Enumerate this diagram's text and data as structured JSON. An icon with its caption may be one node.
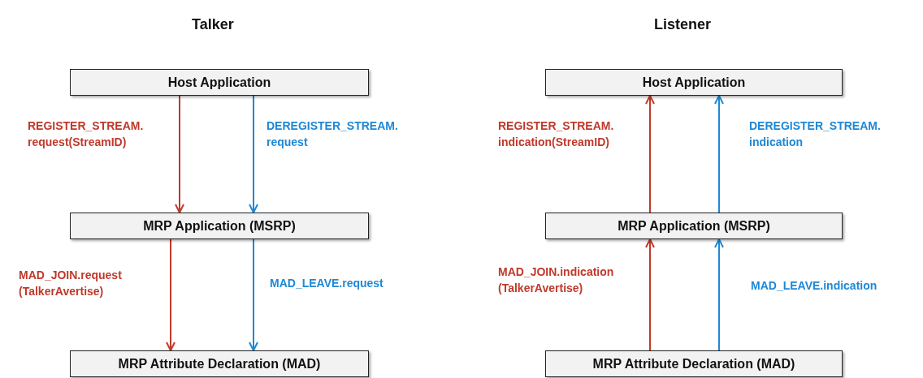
{
  "diagram": {
    "nodes": [
      {
        "text": [
          "Host Application"
        ]
      },
      {
        "text": [
          "MRP Application (MSRP)"
        ]
      },
      {
        "text": [
          "MRP Attribute Declaration (MAD)"
        ]
      },
      {
        "text": [
          "Host Application"
        ]
      },
      {
        "text": [
          "MRP Application (MSRP)"
        ]
      },
      {
        "text": [
          "MRP Attribute Declaration (MAD)"
        ]
      }
    ],
    "edges": [
      {
        "from": 0,
        "to": 1,
        "arrow": "to",
        "label": "REGISTER_STREAM. request(StreamID)",
        "color": "#c0392b"
      },
      {
        "from": 0,
        "to": 1,
        "arrow": "to",
        "label": "DEREGISTER_STREAM. request",
        "color": "#1e88d6"
      },
      {
        "from": 1,
        "to": 2,
        "arrow": "to",
        "label": "MAD_JOIN.request (TalkerAvertise)",
        "color": "#c0392b"
      },
      {
        "from": 1,
        "to": 2,
        "arrow": "to",
        "label": "MAD_LEAVE.request",
        "color": "#1e88d6"
      },
      {
        "from": 4,
        "to": 3,
        "arrow": "to",
        "label": "REGISTER_STREAM. indication(StreamID)",
        "color": "#c0392b"
      },
      {
        "from": 4,
        "to": 3,
        "arrow": "to",
        "label": "DEREGISTER_STREAM. indication",
        "color": "#1e88d6"
      },
      {
        "from": 5,
        "to": 4,
        "arrow": "to",
        "label": "MAD_JOIN.indication (TalkerAvertise)",
        "color": "#c0392b"
      },
      {
        "from": 5,
        "to": 4,
        "arrow": "to",
        "label": "MAD_LEAVE.indication",
        "color": "#1e88d6"
      }
    ],
    "labels": [
      "Talker",
      "Listener"
    ]
  }
}
